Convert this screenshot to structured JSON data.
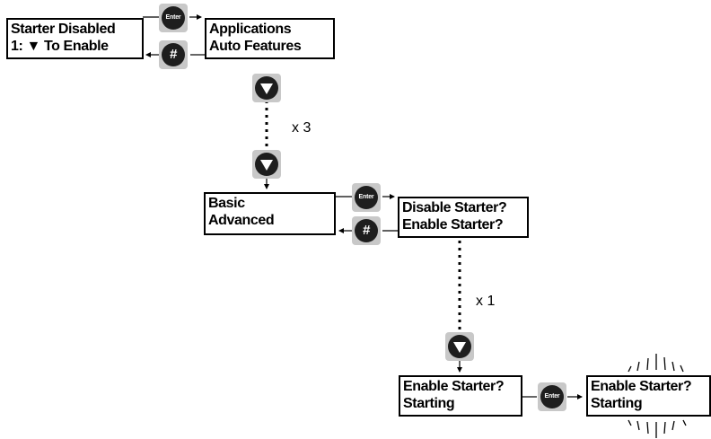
{
  "screens": {
    "starter_disabled": {
      "line1": "Starter Disabled",
      "line2": "1: ▼ To Enable"
    },
    "applications": {
      "line1": "Applications",
      "line2": "Auto Features"
    },
    "basic_advanced": {
      "line1": "Basic",
      "line2": "Advanced"
    },
    "disable_enable": {
      "line1": "Disable Starter?",
      "line2": "Enable Starter?"
    },
    "enable_starting": {
      "line1": "Enable Starter?",
      "line2": "Starting"
    },
    "enable_starting_blink": {
      "line1": "Enable Starter?",
      "line2": "Starting"
    }
  },
  "keys": {
    "enter": "Enter",
    "hash": "#"
  },
  "repeats": {
    "down_1": "x 3",
    "down_2": "x 1"
  },
  "colors": {
    "key_face": "#1e1e1e",
    "key_bezel": "#c8c8c8",
    "line": "#000000"
  },
  "icons": {
    "enter": "enter-key-icon",
    "back": "hash-key-icon",
    "down": "down-arrow-key-icon"
  }
}
